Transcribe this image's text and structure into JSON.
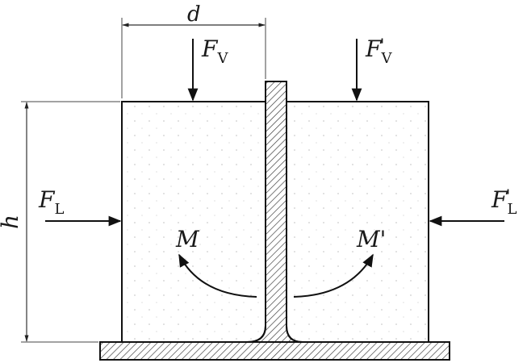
{
  "labels": {
    "d": "d",
    "h": "h",
    "fv": {
      "main": "F",
      "sub": "V"
    },
    "fv_prime": {
      "main": "F",
      "prime": "'",
      "sub": "V"
    },
    "fl": {
      "main": "F",
      "sub": "L"
    },
    "fl_prime": {
      "main": "F",
      "prime": "'",
      "sub": "L"
    },
    "m": "M",
    "m_prime": "M'"
  }
}
